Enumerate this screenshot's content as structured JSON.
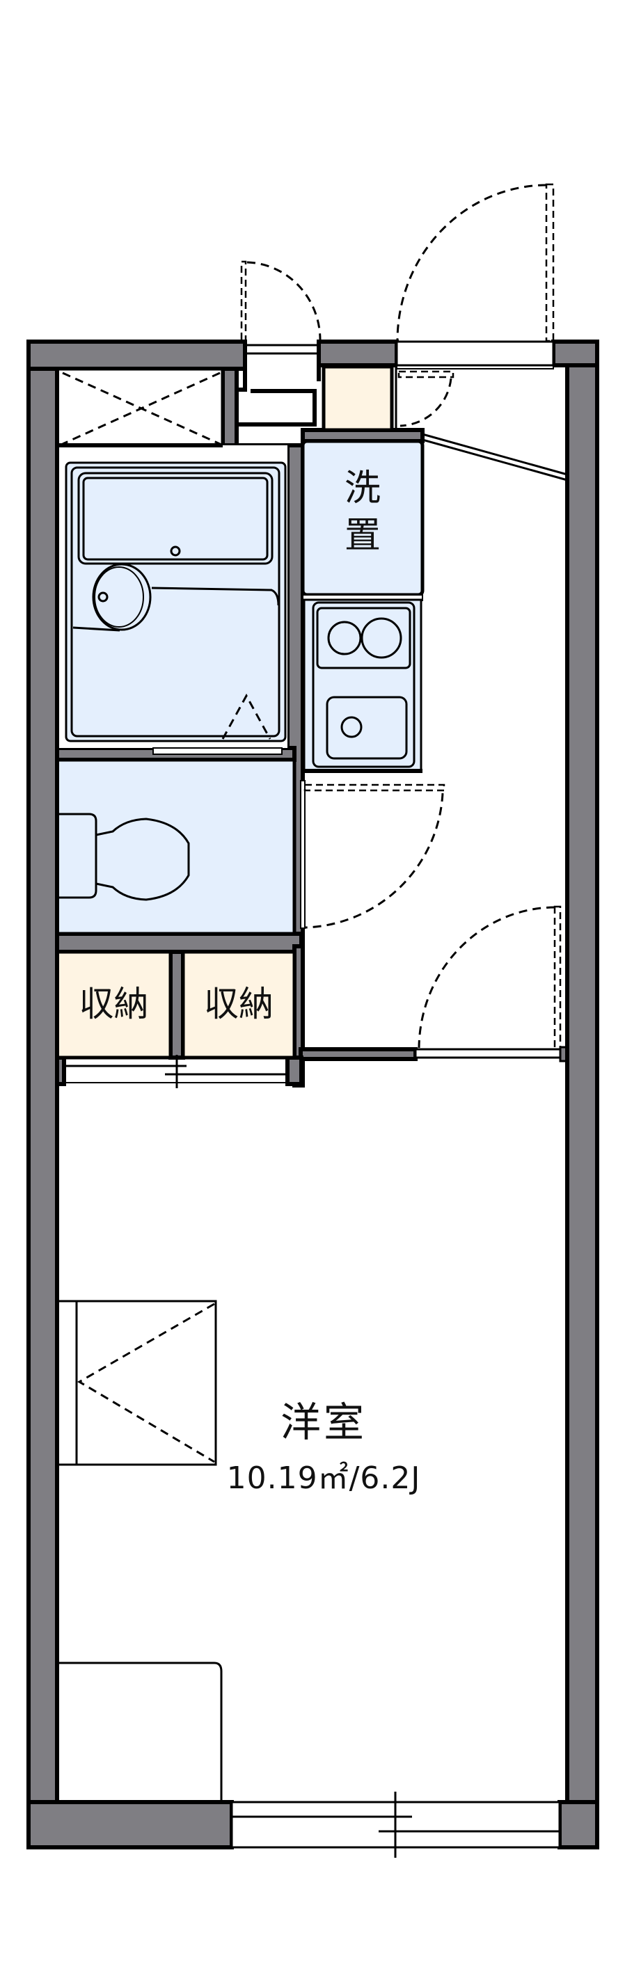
{
  "floor_plan": {
    "colors": {
      "wall": "#7f7e83",
      "wall_outline": "#000000",
      "wet_area": "#e4effd",
      "storage": "#fef4e3",
      "floor": "#ffffff"
    },
    "rooms": {
      "western_room": {
        "name": "洋室",
        "area": "10.19㎡/6.2J"
      },
      "washer_space": {
        "label_line1": "洗",
        "label_line2": "置"
      },
      "storage_left": {
        "label": "収納"
      },
      "storage_right": {
        "label": "収納"
      }
    },
    "fixtures": [
      "unit-bath",
      "washbasin",
      "toilet",
      "two-burner-stove",
      "kitchen-sink",
      "washing-machine-space",
      "meter-box"
    ],
    "openings": [
      "entrance-door",
      "pipe-shaft-door",
      "toilet-door",
      "room-door",
      "closet-sliding-doors",
      "balcony-sliding-window"
    ]
  }
}
